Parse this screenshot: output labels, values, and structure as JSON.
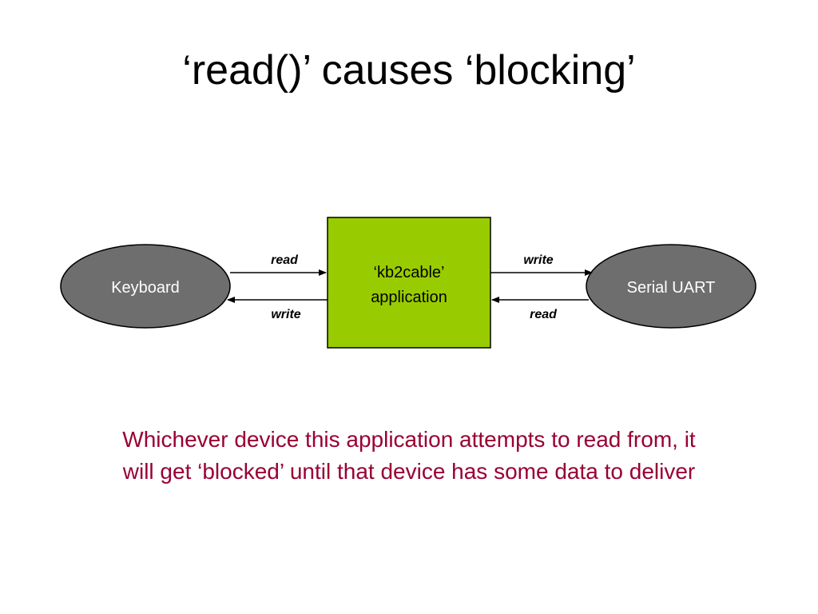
{
  "title": "‘read()’ causes ‘blocking’",
  "diagram": {
    "keyboard_label": "Keyboard",
    "uart_label": "Serial UART",
    "app_label_line1": "‘kb2cable’",
    "app_label_line2": "application",
    "left_top_label": "read",
    "left_bottom_label": "write",
    "right_top_label": "write",
    "right_bottom_label": "read",
    "colors": {
      "device_fill": "#6e6e6e",
      "app_fill": "#99cc00"
    }
  },
  "caption": {
    "line1": "Whichever device this application attempts to read from, it",
    "line2": "will get ‘blocked’ until that device has some data to deliver"
  }
}
